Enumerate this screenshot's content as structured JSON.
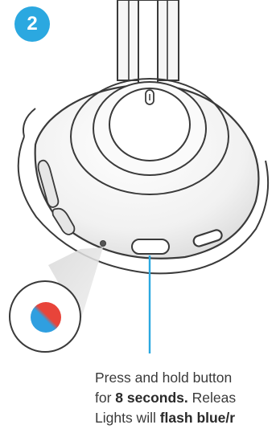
{
  "step": {
    "number": "2"
  },
  "colors": {
    "accent": "#2ba8e0",
    "led_red": "#e8443a",
    "led_blue": "#2f9fe0"
  },
  "icons": {
    "led_indicator": "led-indicator-icon"
  },
  "instruction": {
    "line1": "Press and hold button",
    "line2_prefix": "for ",
    "line2_bold": "8 seconds.",
    "line2_suffix": " Releas",
    "line3_prefix": "Lights will ",
    "line3_bold": "flash blue/r"
  }
}
